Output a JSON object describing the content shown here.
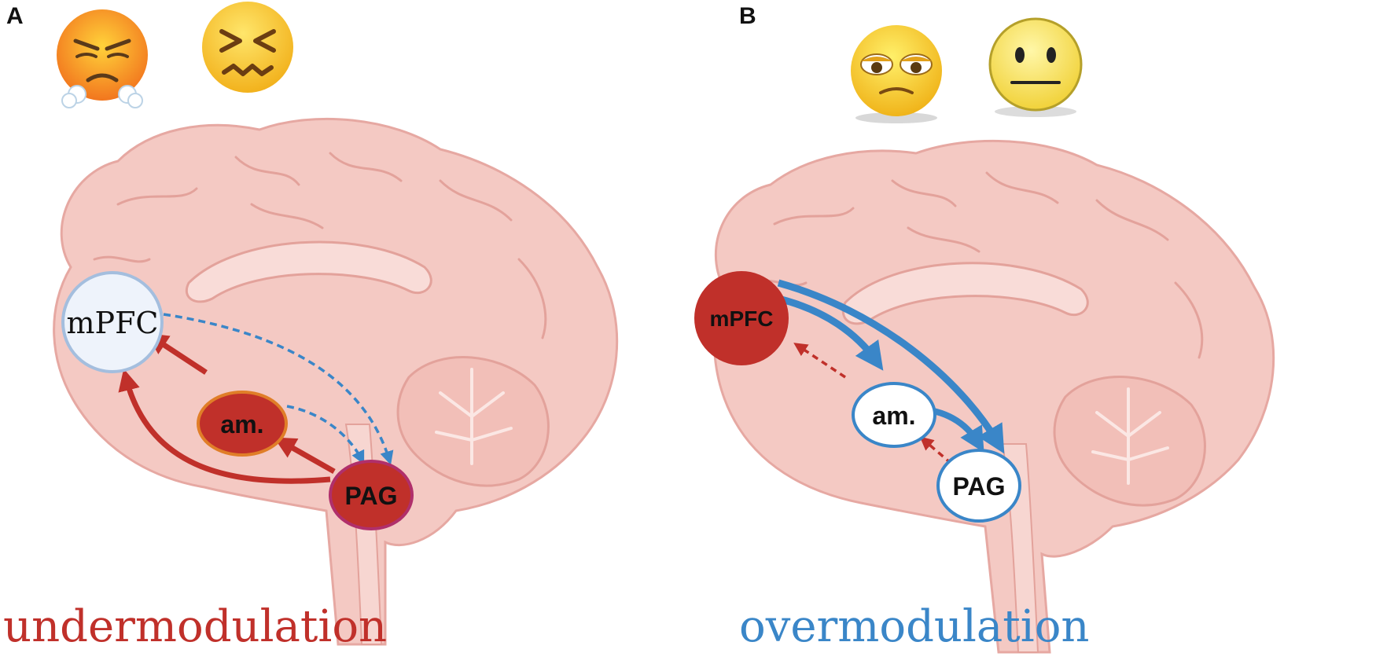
{
  "panels": [
    {
      "letter": "A",
      "caption": "undermodulation",
      "nodes": {
        "mpfc": "mPFC",
        "amygdala": "am.",
        "pag": "PAG"
      },
      "emoji": [
        "steaming-angry-face",
        "confounded-face"
      ]
    },
    {
      "letter": "B",
      "caption": "overmodulation",
      "nodes": {
        "mpfc": "mPFC",
        "amygdala": "am.",
        "pag": "PAG"
      },
      "emoji": [
        "unamused-face",
        "neutral-face"
      ]
    }
  ],
  "colors": {
    "red": "#c0302a",
    "blue": "#3a86c8",
    "brain": "#f4c9c3",
    "node_light": "#eef3fb",
    "caption_a": "#c0302a",
    "caption_b": "#3a86c8"
  }
}
